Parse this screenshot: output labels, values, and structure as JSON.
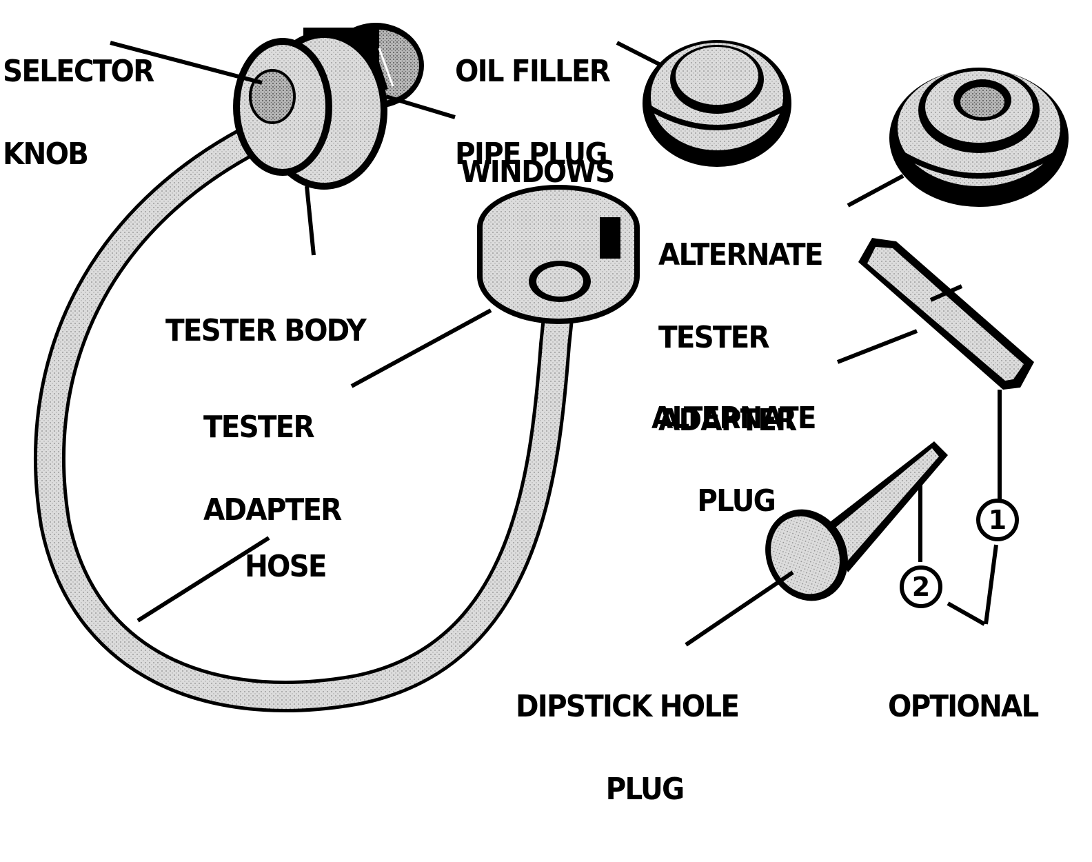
{
  "labels": {
    "selector_knob": [
      "SELECTOR",
      "KNOB"
    ],
    "oil_filler_pipe_plug": [
      "OIL FILLER",
      "PIPE PLUG"
    ],
    "windows": [
      "WINDOWS"
    ],
    "alternate_tester_adapter": [
      "ALTERNATE",
      "TESTER",
      "ADAPTER"
    ],
    "tester_body": [
      "TESTER BODY"
    ],
    "alternate_plug": [
      "ALTERNATE",
      "PLUG"
    ],
    "tester_adapter": [
      "TESTER",
      "ADAPTER"
    ],
    "hose": [
      "HOSE"
    ],
    "dipstick_hole_plug": [
      "DIPSTICK HOLE",
      "PLUG"
    ],
    "optional": [
      "OPTIONAL"
    ]
  },
  "markers": {
    "one": "1",
    "two": "2"
  },
  "colors": {
    "ink": "#000000",
    "paper": "#ffffff",
    "part_fill": "#d8d8d8",
    "part_shade": "#9a9a9a"
  }
}
